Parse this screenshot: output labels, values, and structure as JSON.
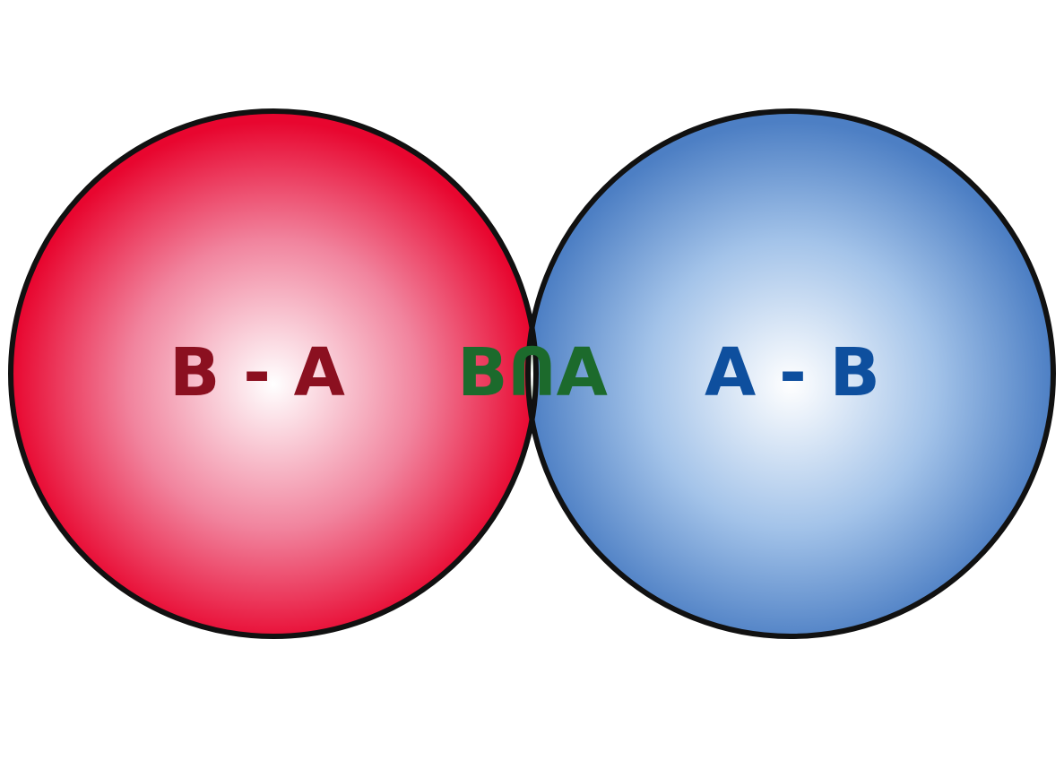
{
  "diagram": {
    "left": {
      "label": "B - A",
      "fill": "#e8062f",
      "text_color": "#8b1020"
    },
    "intersection": {
      "label": "BՈA",
      "fill": "#36a833",
      "text_color": "#1c6a2c"
    },
    "right": {
      "label": "A - B",
      "fill": "#4d7fc4",
      "text_color": "#0e4f9e"
    },
    "outline_color": "#111111"
  }
}
